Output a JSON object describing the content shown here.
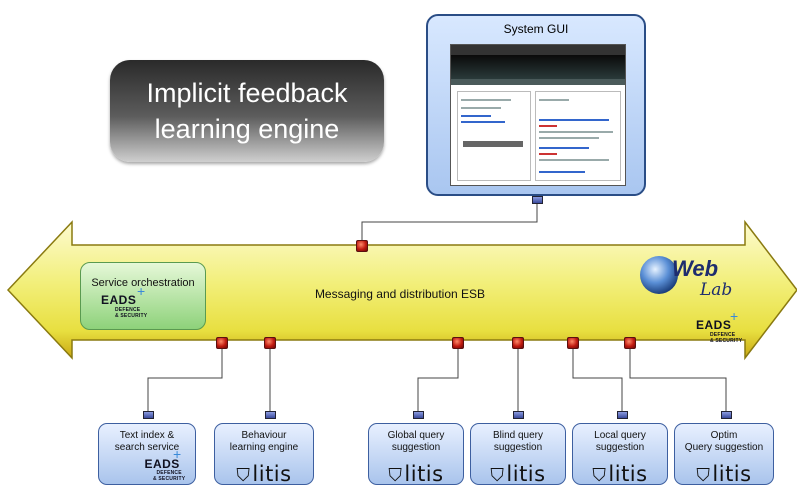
{
  "title": {
    "line1": "Implicit feedback",
    "line2": "learning engine"
  },
  "gui": {
    "label": "System GUI"
  },
  "esb": {
    "label": "Messaging and distribution ESB"
  },
  "service": {
    "label": "Service orchestration"
  },
  "eads": {
    "name": "EADS",
    "subline1": "DEFENCE",
    "subline2": "& SECURITY"
  },
  "weblab": {
    "word1": "Web",
    "word2": "Lab"
  },
  "litis": {
    "text": "litis"
  },
  "components": [
    {
      "line1": "Text index &",
      "line2": "search service",
      "logo": "eads"
    },
    {
      "line1": "Behaviour",
      "line2": "learning engine",
      "logo": "litis"
    },
    {
      "line1": "Global query",
      "line2": "suggestion",
      "logo": "litis"
    },
    {
      "line1": "Blind query",
      "line2": "suggestion",
      "logo": "litis"
    },
    {
      "line1": "Local query",
      "line2": "suggestion",
      "logo": "litis"
    },
    {
      "line1": "Optim",
      "line2": "Query suggestion",
      "logo": "litis"
    }
  ],
  "colors": {
    "arrow_light": "#fdfbd0",
    "arrow_mid": "#ebe84a",
    "arrow_dark": "#c9a813",
    "port_red": "#c01a10",
    "port_blue": "#3a4a9c",
    "box_blue": "#a9c4ec",
    "box_green": "#8ed27a"
  }
}
